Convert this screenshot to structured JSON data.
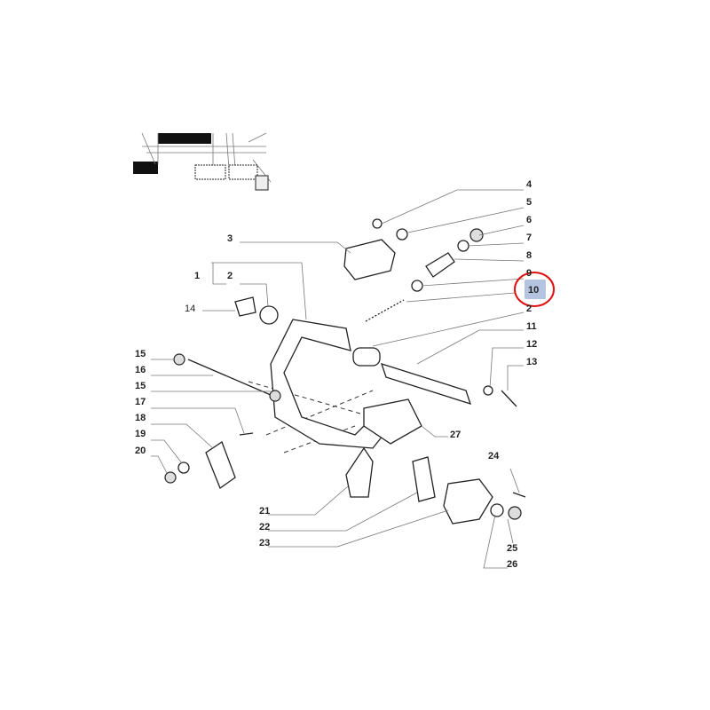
{
  "diagram": {
    "highlight_color": "#e01010",
    "highlight_fill": "#b4c3e0",
    "highlighted_label": "10",
    "labels": [
      "4",
      "5",
      "6",
      "7",
      "8",
      "9",
      "10",
      "2",
      "11",
      "12",
      "13",
      "27",
      "24",
      "25",
      "26",
      "21",
      "22",
      "23",
      "3",
      "1",
      "2",
      "14",
      "15",
      "16",
      "15",
      "17",
      "18",
      "19",
      "20"
    ]
  }
}
